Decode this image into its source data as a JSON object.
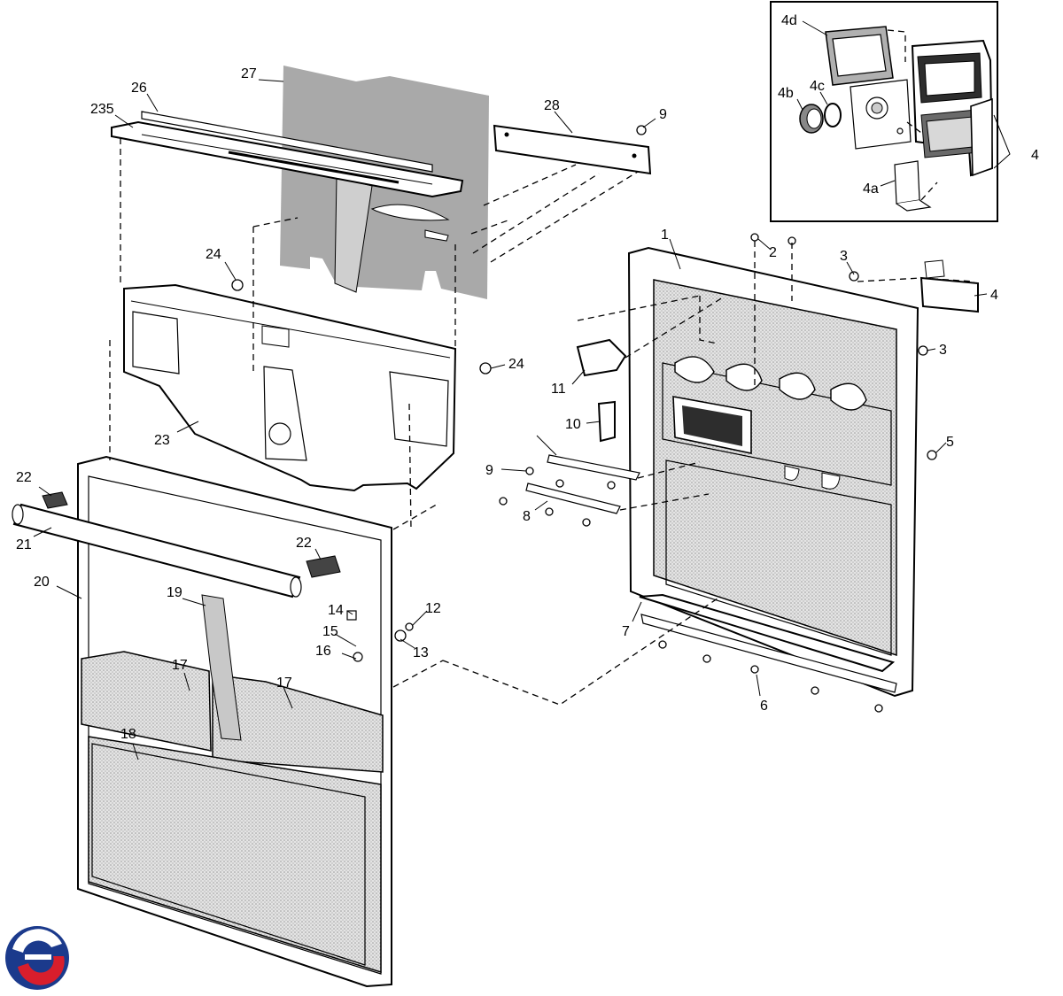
{
  "diagram": {
    "callouts": {
      "p1": "1",
      "p2": "2",
      "p3a": "3",
      "p3b": "3",
      "p4": "4",
      "p4b": "4",
      "p4a": "4a",
      "p4b_knob": "4b",
      "p4c": "4c",
      "p4d": "4d",
      "p5": "5",
      "p6": "6",
      "p7": "7",
      "p8": "8",
      "p9a": "9",
      "p9b": "9",
      "p10": "10",
      "p11": "11",
      "p12": "12",
      "p13": "13",
      "p14": "14",
      "p15": "15",
      "p16": "16",
      "p17a": "17",
      "p17b": "17",
      "p18": "18",
      "p19": "19",
      "p20": "20",
      "p21": "21",
      "p22a": "22",
      "p22b": "22",
      "p23": "23",
      "p24a": "24",
      "p24b": "24",
      "p26": "26",
      "p27": "27",
      "p28": "28",
      "p235": "235"
    },
    "logo": {
      "name": "brand-logo-icon",
      "colors": [
        "#1b3a8c",
        "#d81e2c"
      ]
    }
  }
}
